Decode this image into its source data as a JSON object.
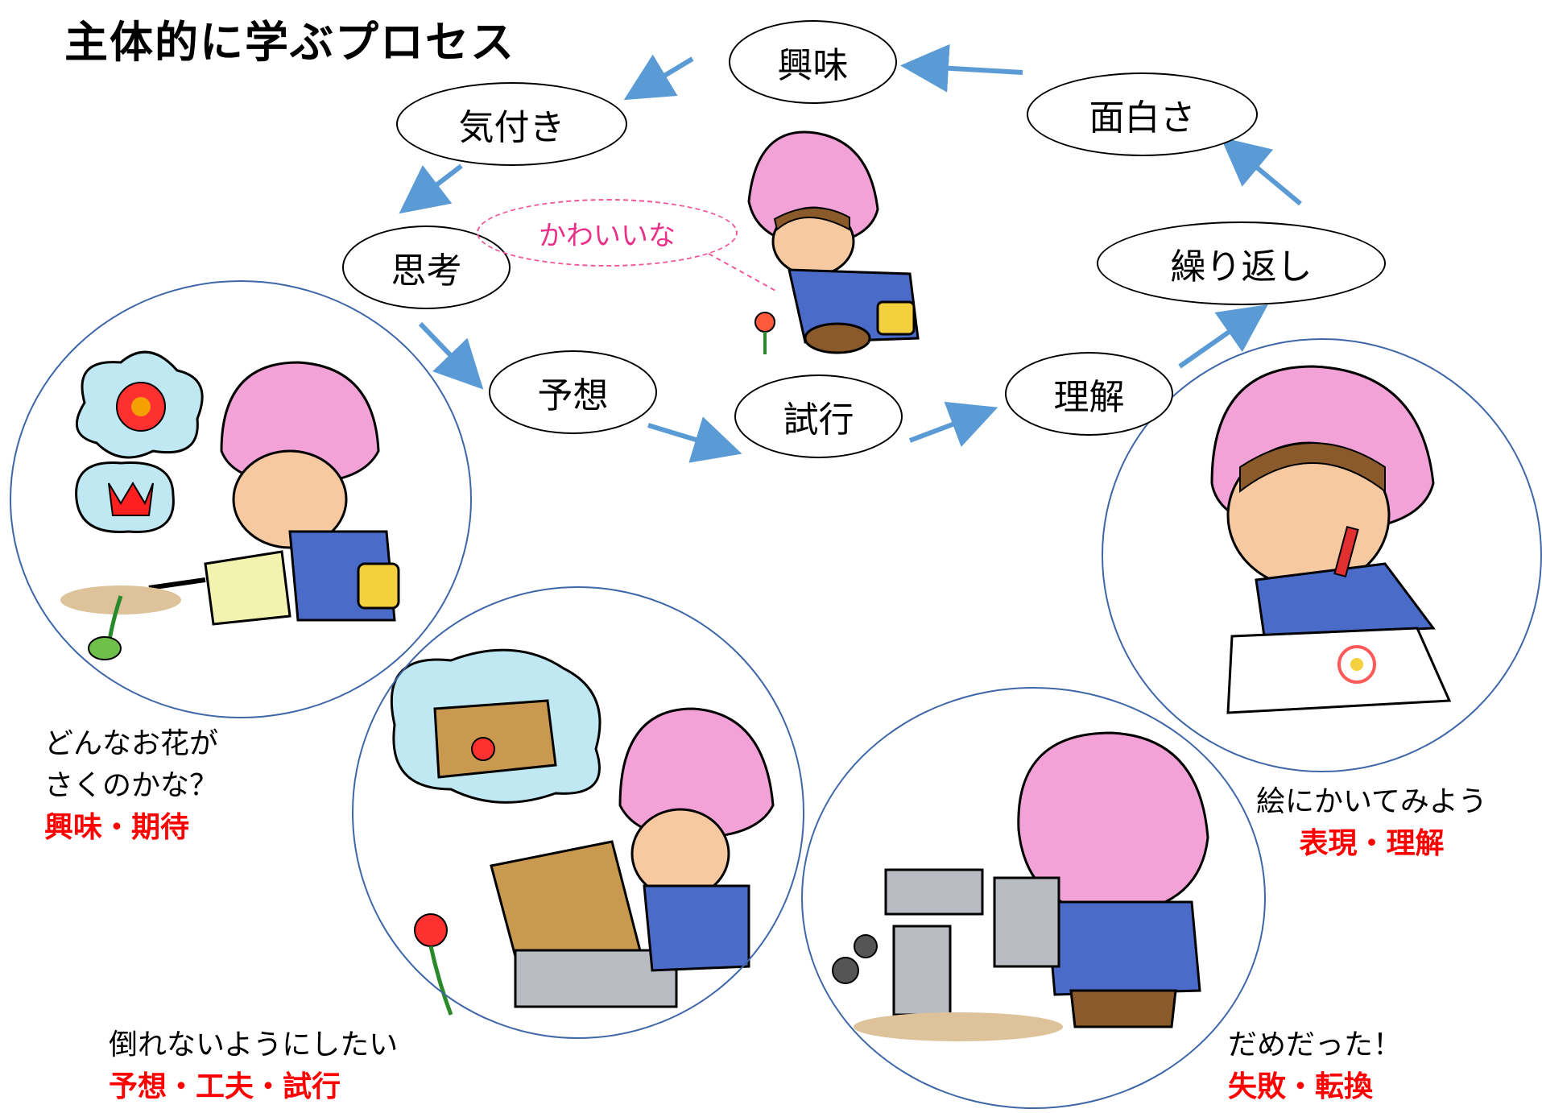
{
  "title": "主体的に学ぶプロセス",
  "cycle_nodes": {
    "interest": "興味",
    "awareness": "気付き",
    "thinking": "思考",
    "prediction": "予想",
    "trial": "試行",
    "understanding": "理解",
    "repetition": "繰り返し",
    "fun": "面白さ"
  },
  "speech_bubble": "かわいいな",
  "captions": {
    "watering": {
      "line1": "どんなお花が",
      "line2": "さくのかな？",
      "keywords": "興味・期待"
    },
    "box": {
      "line1": "倒れないようにしたい",
      "keywords": "予想・工夫・試行"
    },
    "blocks": {
      "line1": "だめだった！",
      "keywords": "失敗・転換"
    },
    "drawing": {
      "line1": "絵にかいてみよう",
      "keywords": "表現・理解"
    }
  },
  "colors": {
    "arrow": "#5b9bd5",
    "keyword": "#ff0000",
    "hood": "#f2a2d6",
    "speech": "#e8328a",
    "circle_border": "#3f67a8"
  }
}
